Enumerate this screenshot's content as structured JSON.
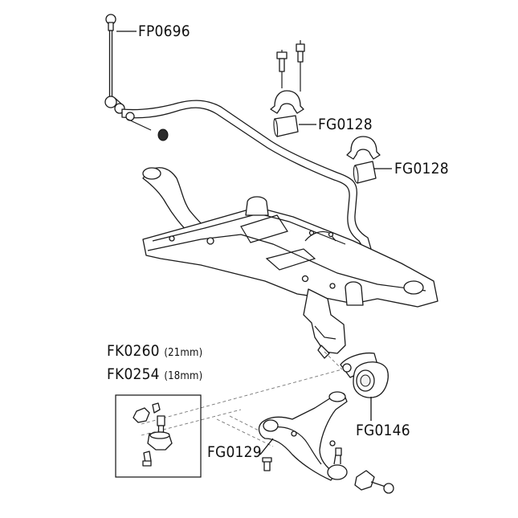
{
  "labels": {
    "fp0696": "FP0696",
    "fg0128_upper": "FG0128",
    "fg0128_lower": "FG0128",
    "fk0260": "FK0260",
    "fk0260_size": "(21mm)",
    "fk0254": "FK0254",
    "fk0254_size": "(18mm)",
    "fg0146": "FG0146",
    "fg0129": "FG0129"
  },
  "colors": {
    "line": "#1a1a1a",
    "background": "#ffffff",
    "watermark": "#e6e6e6"
  }
}
